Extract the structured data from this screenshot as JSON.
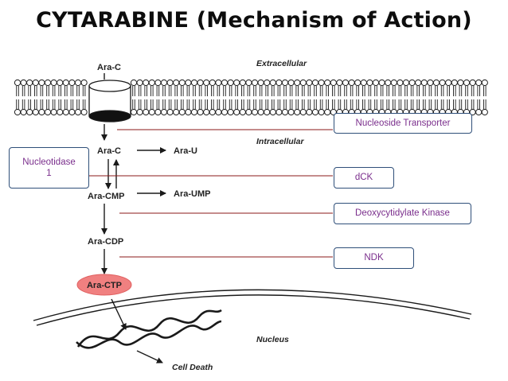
{
  "title": "CYTARABINE (Mechanism of Action)",
  "molecules": {
    "ara_c_top": "Ara-C",
    "ara_c": "Ara-C",
    "ara_u": "Ara-U",
    "ara_cmp": "Ara-CMP",
    "ara_ump": "Ara-UMP",
    "ara_cdp": "Ara-CDP",
    "ara_ctp": "Ara-CTP",
    "cell_death": "Cell Death"
  },
  "regions": {
    "extracellular": "Extracellular",
    "intracellular": "Intracellular",
    "nucleus": "Nucleus"
  },
  "enzymes": {
    "nucleoside_transporter": "Nucleoside Transporter",
    "nucleotidase_line1": "Nucleotidase",
    "nucleotidase_line2": "1",
    "dck": "dCK",
    "deoxycytidylate_kinase": "Deoxycytidylate Kinase",
    "ndk": "NDK"
  },
  "colors": {
    "box_border": "#2f4f79",
    "box_text": "#7a2e8c",
    "connector_line": "#8b1a1a",
    "ara_ctp_fill": "#f08080"
  }
}
